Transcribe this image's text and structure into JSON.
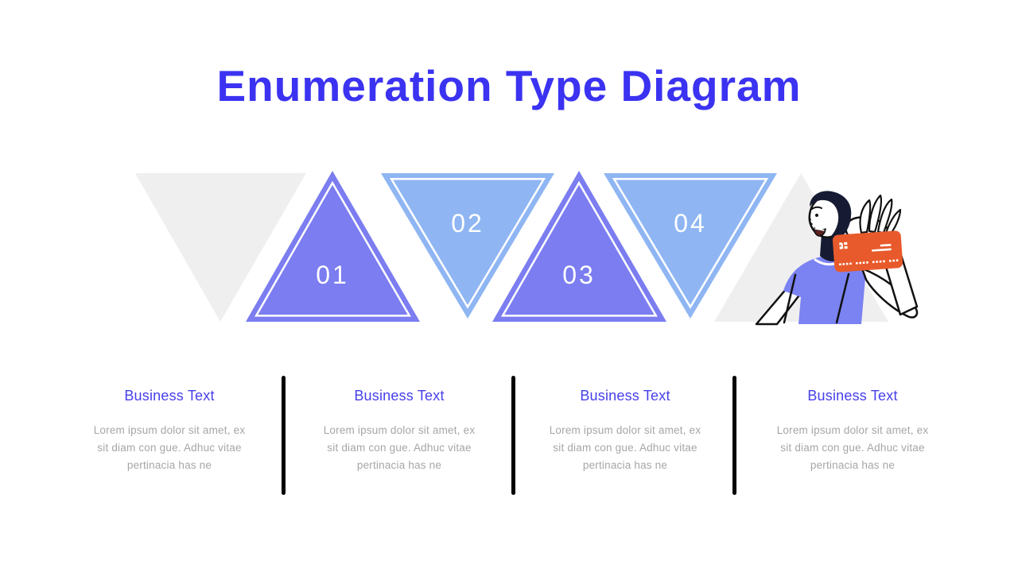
{
  "slide": {
    "title": "Enumeration Type Diagram",
    "background": "#FFFFFF"
  },
  "palette": {
    "title_blue": "#3B33F1",
    "heading_blue": "#4740E9",
    "body_gray": "#A6A6A6",
    "triangle_purple": "#7B7DF0",
    "triangle_light_blue": "#8FB6F3",
    "triangle_gray": "#EFEFEF",
    "triangle_inner_outline": "#FFFFFF",
    "divider_black": "#000000",
    "card_orange": "#E85A2B",
    "illustration_navy": "#161B33",
    "shirt_periwinkle": "#7B82F1"
  },
  "diagram": {
    "steps": [
      {
        "number": "01",
        "shape": "triangle-up",
        "fill": "purple"
      },
      {
        "number": "02",
        "shape": "triangle-down",
        "fill": "light-blue"
      },
      {
        "number": "03",
        "shape": "triangle-up",
        "fill": "purple"
      },
      {
        "number": "04",
        "shape": "triangle-down",
        "fill": "light-blue"
      }
    ],
    "decor_shapes": [
      "gray-triangle-down-left",
      "gray-triangle-up-right"
    ],
    "illustration": "man-holding-credit-card"
  },
  "columns": [
    {
      "heading": "Business Text",
      "body_lines": [
        "Lorem ipsum dolor sit amet, ex",
        "sit diam con gue. Adhuc vitae",
        "pertinacia has ne"
      ]
    },
    {
      "heading": "Business Text",
      "body_lines": [
        "Lorem ipsum dolor sit amet, ex",
        "sit diam con gue. Adhuc vitae",
        "pertinacia has ne"
      ]
    },
    {
      "heading": "Business Text",
      "body_lines": [
        "Lorem ipsum dolor sit amet, ex",
        "sit diam con gue. Adhuc vitae",
        "pertinacia has ne"
      ]
    },
    {
      "heading": "Business Text",
      "body_lines": [
        "Lorem ipsum dolor sit amet, ex",
        "sit diam con gue. Adhuc vitae",
        "pertinacia has ne"
      ]
    }
  ]
}
